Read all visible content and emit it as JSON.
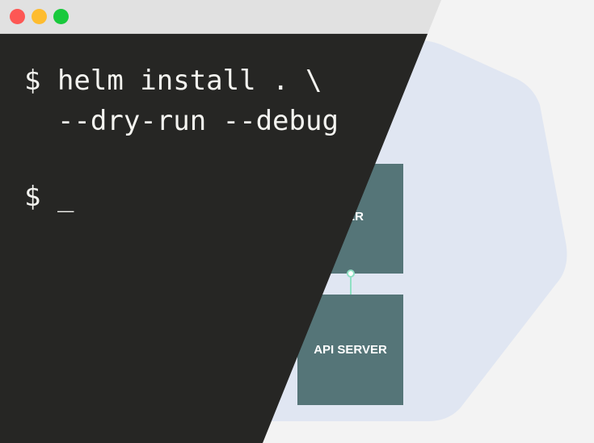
{
  "diagram": {
    "top_box_label": "LER",
    "bottom_box_label": "API SERVER"
  },
  "terminal": {
    "lines": [
      "$ helm install . \\",
      "  --dry-run --debug",
      "$ _"
    ]
  },
  "colors": {
    "hexagon": "#e0e6f2",
    "box": "#557578",
    "terminal_bg": "#262624",
    "titlebar": "#e1e1e1"
  }
}
